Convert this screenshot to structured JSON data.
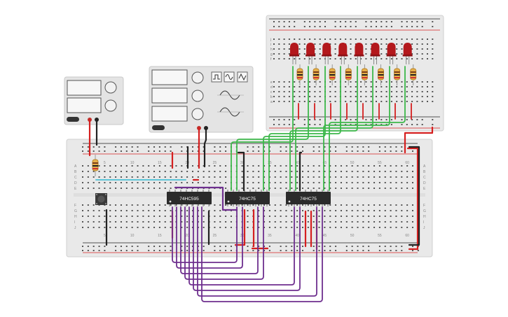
{
  "chips": [
    {
      "label": "74HC595"
    },
    {
      "label": "74HC75"
    },
    {
      "label": "74HC75"
    }
  ],
  "breadboard": {
    "row_letters_top": [
      "A",
      "B",
      "C",
      "D",
      "E"
    ],
    "row_letters_bottom": [
      "F",
      "G",
      "H",
      "I",
      "J"
    ],
    "column_numbers": [
      "5",
      "10",
      "15",
      "20",
      "25",
      "30",
      "35",
      "40",
      "45",
      "50",
      "55",
      "60"
    ]
  },
  "led_board": {
    "letters_top": [
      "j",
      "i",
      "h",
      "g",
      "f"
    ],
    "letters_bottom": [
      "e",
      "d",
      "c",
      "b",
      "a"
    ],
    "led_count": 8
  },
  "function_generator": {
    "waveform_buttons": [
      "square-wave",
      "sine-wave",
      "triangle-wave"
    ]
  },
  "colors": {
    "wire_red": "#d51f1f",
    "wire_black": "#222222",
    "wire_green": "#3db84a",
    "wire_purple": "#6e2f8e",
    "wire_cyan": "#5fc6d8",
    "led": "#b3181c",
    "chip": "#2b2b2b",
    "board": "#e9e9e9"
  }
}
